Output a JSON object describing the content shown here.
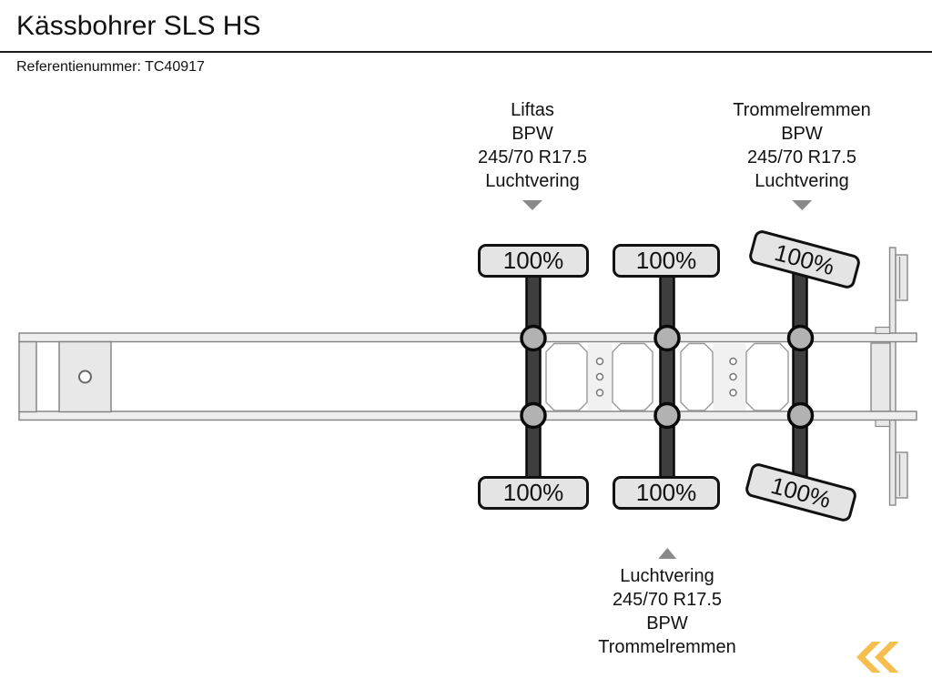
{
  "header": {
    "title": "Kässbohrer SLS HS",
    "reference": "Referentienummer: TC40917"
  },
  "spec_labels": {
    "front_axle_top": {
      "lines": [
        "Liftas",
        "BPW",
        "245/70 R17.5",
        "Luchtvering"
      ],
      "arrow": "down"
    },
    "rear_axle_top": {
      "lines": [
        "Trommelremmen",
        "BPW",
        "245/70 R17.5",
        "Luchtvering"
      ],
      "arrow": "down"
    },
    "middle_axle_bottom": {
      "lines": [
        "Luchtvering",
        "245/70 R17.5",
        "BPW",
        "Trommelremmen"
      ],
      "arrow": "up"
    }
  },
  "axle_loads": {
    "axle1_top": "100%",
    "axle1_bottom": "100%",
    "axle2_top": "100%",
    "axle2_bottom": "100%",
    "axle3_top": "100%",
    "axle3_bottom": "100%"
  },
  "icons": {
    "down_arrow": "triangle-down",
    "up_arrow": "triangle-up",
    "logo": "double-chevron-left"
  },
  "logo": {
    "color": "#F6BE4E"
  },
  "colors": {
    "axle_bar": "#3E3E3E",
    "wheel_fill": "#B2B2B2",
    "frame_fill": "#EDEDED",
    "badge_fill": "#E4E4E4",
    "arrow_gray": "#8A8A8A",
    "text": "#111111"
  }
}
